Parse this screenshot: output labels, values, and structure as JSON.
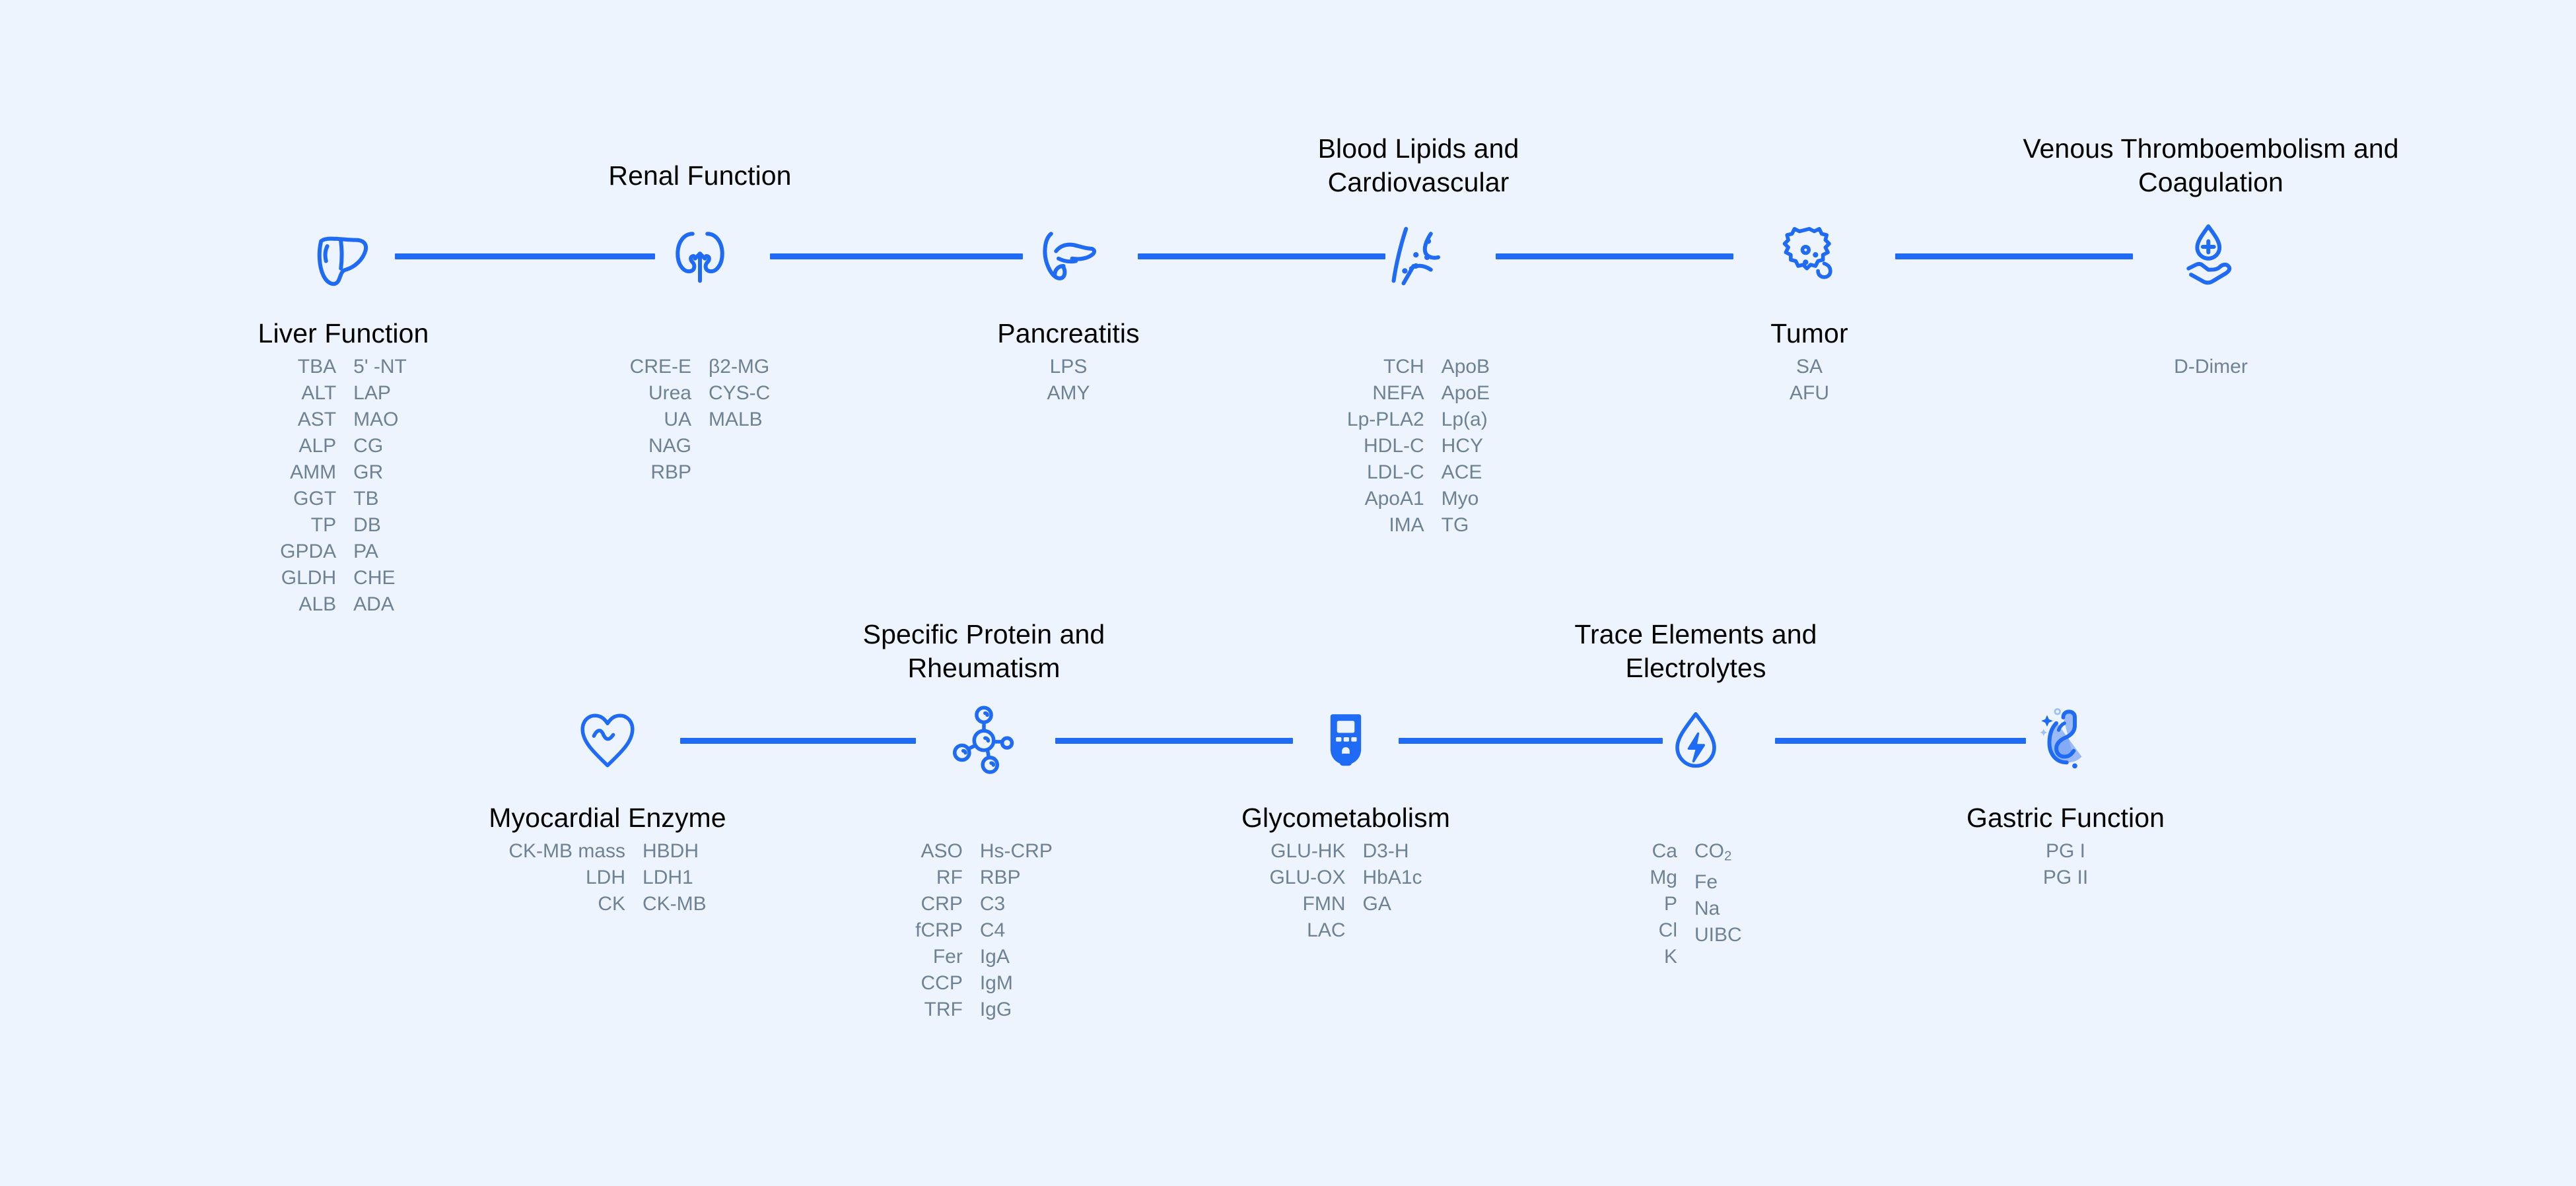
{
  "theme": {
    "background": "#edf4fe",
    "accent": "#1f6bf5",
    "title_color": "#010101",
    "item_color": "#6e8293"
  },
  "diagram": {
    "type": "horizontal-connected-flow",
    "rows": 2,
    "nodes": [
      {
        "id": "liver-function",
        "title": "Liver Function",
        "title_position": "below",
        "icon": "liver-icon",
        "row": 1,
        "items_left": [
          "TBA",
          "ALT",
          "AST",
          "ALP",
          "AMM",
          "GGT",
          "TP",
          "GPDA",
          "GLDH",
          "ALB"
        ],
        "items_right": [
          "5' -NT",
          "LAP",
          "MAO",
          "CG",
          "GR",
          "TB",
          "DB",
          "PA",
          "CHE",
          "ADA"
        ]
      },
      {
        "id": "renal-function",
        "title": "Renal Function",
        "title_position": "above",
        "icon": "kidneys-icon",
        "row": 1,
        "items_left": [
          "CRE-E",
          "Urea",
          "UA",
          "NAG",
          "RBP"
        ],
        "items_right": [
          "β2-MG",
          "CYS-C",
          "MALB"
        ]
      },
      {
        "id": "pancreatitis",
        "title": "Pancreatitis",
        "title_position": "below",
        "icon": "pancreas-icon",
        "row": 1,
        "items_left": [
          "LPS",
          "AMY"
        ],
        "items_right": []
      },
      {
        "id": "blood-lipids-and-cardiovascular",
        "title": "Blood Lipids and Cardiovascular",
        "title_position": "above",
        "icon": "artery-plaque-icon",
        "row": 1,
        "items_left": [
          "TCH",
          "NEFA",
          "Lp-PLA2",
          "HDL-C",
          "LDL-C",
          "ApoA1",
          "IMA"
        ],
        "items_right": [
          "ApoB",
          "ApoE",
          "Lp(a)",
          "HCY",
          "ACE",
          "Myo",
          "TG"
        ]
      },
      {
        "id": "tumor",
        "title": "Tumor",
        "title_position": "below",
        "icon": "tumor-cell-icon",
        "row": 1,
        "items_left": [
          "SA",
          "AFU"
        ],
        "items_right": []
      },
      {
        "id": "venous-thromboembolism-and-coagulation",
        "title": "Venous Thromboembolism and Coagulation",
        "title_position": "above",
        "icon": "blood-drop-hand-icon",
        "row": 1,
        "items_left": [
          "D-Dimer"
        ],
        "items_right": []
      },
      {
        "id": "myocardial-enzyme",
        "title": "Myocardial Enzyme",
        "title_position": "below",
        "icon": "heart-pulse-icon",
        "row": 2,
        "items_left": [
          "CK-MB mass",
          "LDH",
          "CK"
        ],
        "items_right": [
          "HBDH",
          "LDH1",
          "CK-MB"
        ]
      },
      {
        "id": "specific-protein-and-rheumatism",
        "title": "Specific Protein and Rheumatism",
        "title_position": "above",
        "icon": "molecule-icon",
        "row": 2,
        "items_left": [
          "ASO",
          "RF",
          "CRP",
          "fCRP",
          "Fer",
          "CCP",
          "TRF"
        ],
        "items_right": [
          "Hs-CRP",
          "RBP",
          "C3",
          "C4",
          "IgA",
          "IgM",
          "IgG"
        ]
      },
      {
        "id": "glycometabolism",
        "title": "Glycometabolism",
        "title_position": "below",
        "icon": "glucometer-icon",
        "row": 2,
        "items_left": [
          "GLU-HK",
          "GLU-OX",
          "FMN",
          "LAC"
        ],
        "items_right": [
          "D3-H",
          "HbA1c",
          "GA"
        ]
      },
      {
        "id": "trace-elements-and-electrolytes",
        "title": "Trace Elements and Electrolytes",
        "title_position": "above",
        "icon": "droplet-bolt-icon",
        "row": 2,
        "items_left": [
          "Ca",
          "Mg",
          "P",
          "Cl",
          "K"
        ],
        "items_right": [
          "CO2",
          "Fe",
          "Na",
          "UIBC"
        ]
      },
      {
        "id": "gastric-function",
        "title": "Gastric Function",
        "title_position": "below",
        "icon": "stomach-icon",
        "row": 2,
        "items_left": [
          "PG I",
          "PG II"
        ],
        "items_right": []
      }
    ]
  }
}
